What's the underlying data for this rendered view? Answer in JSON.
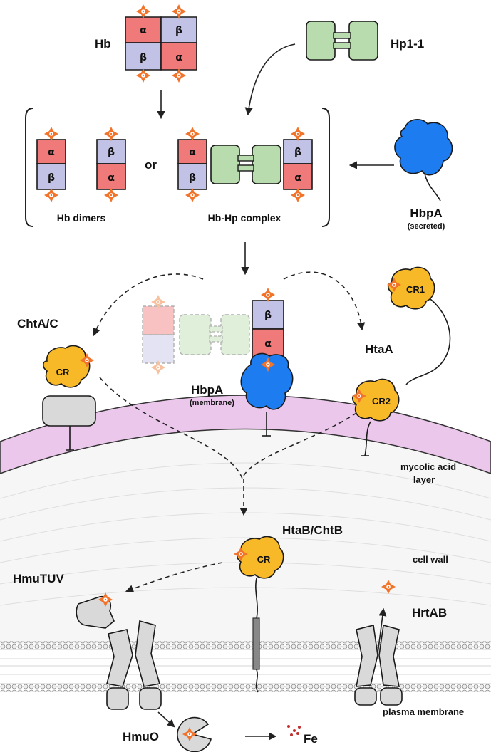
{
  "labels": {
    "hb": "Hb",
    "hp11": "Hp1-1",
    "or": "or",
    "hb_dimers": "Hb dimers",
    "hb_hp_complex": "Hb-Hp complex",
    "hbpa_secreted": "HbpA",
    "secreted": "(secreted)",
    "chtac": "ChtA/C",
    "hbpa_membrane": "HbpA",
    "membrane": "(membrane)",
    "htaa": "HtaA",
    "mycolic_line1": "mycolic acid",
    "mycolic_line2": "layer",
    "htab_chtb": "HtaB/ChtB",
    "cell_wall": "cell wall",
    "hmutuv": "HmuTUV",
    "hrtab": "HrtAB",
    "plasma_membrane": "plasma membrane",
    "hmuo": "HmuO",
    "fe": "Fe"
  },
  "domains": {
    "cr": "CR",
    "cr1": "CR1",
    "cr2": "CR2"
  },
  "subunits": {
    "alpha": "α",
    "beta": "β"
  },
  "colors": {
    "alpha": "#f07a7a",
    "beta": "#c2c2e6",
    "hp": "#b9dcae",
    "hbpa": "#1c7cf0",
    "cr_domain": "#f7b928",
    "heme": "#f2742b",
    "membrane_grey": "#d9d9d9",
    "mycolic": "#ebc7eb",
    "fe_dots": "#c03030"
  }
}
